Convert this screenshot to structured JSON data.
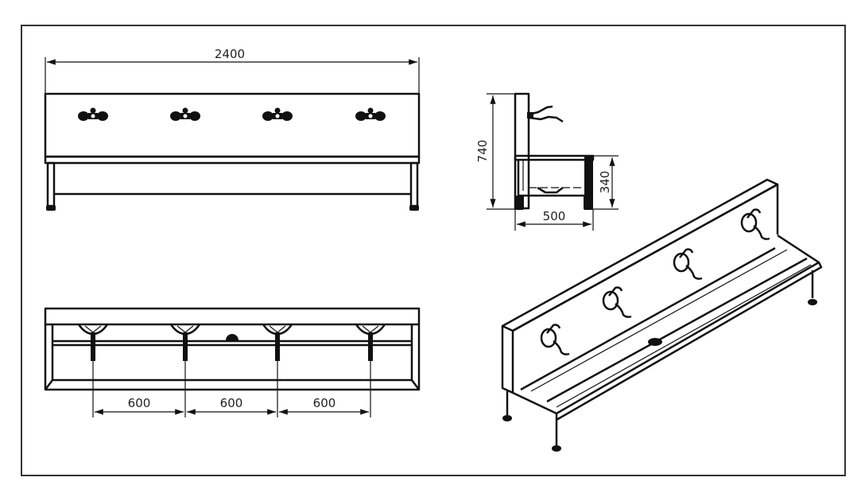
{
  "front_view": {
    "width_label": "2400"
  },
  "side_view": {
    "height_label": "740",
    "basin_height_label": "340",
    "depth_label": "500"
  },
  "top_view": {
    "spacing_labels": [
      "600",
      "600",
      "600"
    ]
  },
  "colors": {
    "line": "#111111",
    "frame": "#333333",
    "background": "#ffffff"
  }
}
